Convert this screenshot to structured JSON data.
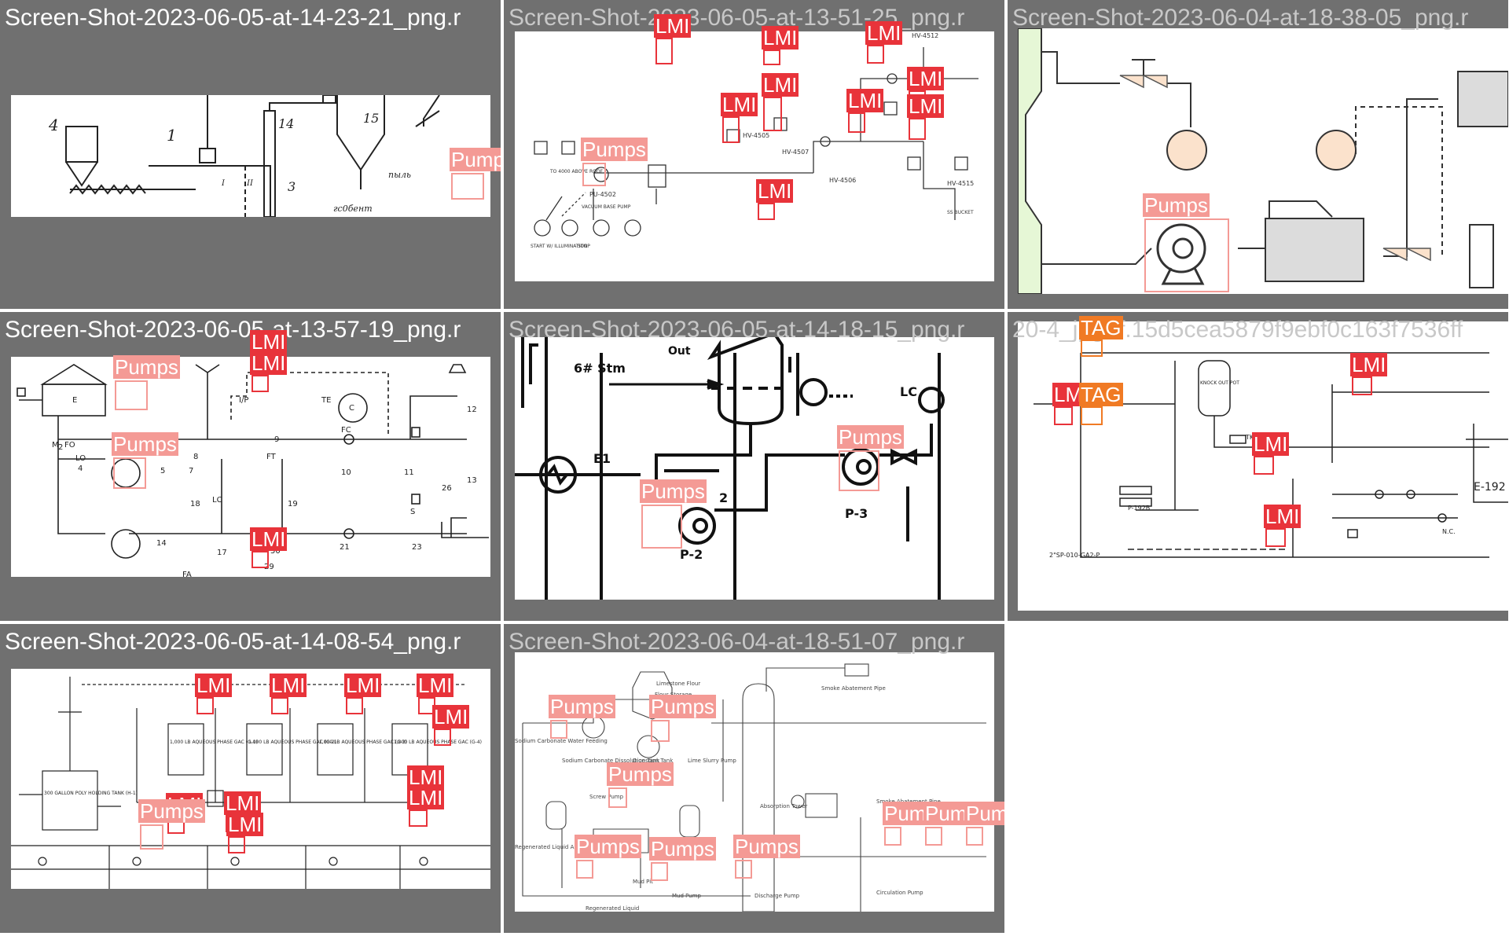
{
  "class_colors": {
    "LMI": "#e8333a",
    "Pumps": "#f49a95",
    "TAG": "#f07a24",
    "tile_background": "#707070"
  },
  "tiles": [
    {
      "title": "Screen-Shot-2023-06-05-at-14-23-21_png.r",
      "diagram_text": [
        "4",
        "1",
        "14",
        "15",
        "3",
        "I",
        "II",
        "пыль",
        "гс0бент"
      ],
      "detections": [
        {
          "label": "Pumps"
        }
      ]
    },
    {
      "title": "Screen-Shot-2023-06-05-at-13-51-25_png.r",
      "diagram_text": [
        "HV-4512",
        "HV-4505",
        "HV-4507",
        "HV-4506",
        "HV-4515",
        "PU-4502",
        "VACUUM BASE PUMP",
        "TO 4000 ABOVE ROOF",
        "START W/ ILLUMINATION",
        "STOP",
        "SS BUCKET"
      ],
      "detections": [
        {
          "label": "LMI"
        },
        {
          "label": "LMI"
        },
        {
          "label": "LMI"
        },
        {
          "label": "LMI"
        },
        {
          "label": "LMI"
        },
        {
          "label": "LMI"
        },
        {
          "label": "LMI"
        },
        {
          "label": "LMI"
        },
        {
          "label": "LMI"
        },
        {
          "label": "Pumps"
        }
      ]
    },
    {
      "title": "Screen-Shot-2023-06-04-at-18-38-05_png.r",
      "diagram_text": [],
      "detections": [
        {
          "label": "Pumps"
        }
      ]
    },
    {
      "title": "Screen-Shot-2023-06-05-at-13-57-19_png.r",
      "diagram_text": [
        "E",
        "I/P",
        "TE",
        "C",
        "LC",
        "FC",
        "FT",
        "M",
        "FO",
        "LO",
        "S",
        "FA",
        "2",
        "4",
        "5",
        "7",
        "8",
        "9",
        "10",
        "11",
        "12",
        "13",
        "14",
        "17",
        "18",
        "19",
        "21",
        "23",
        "26",
        "29",
        "50"
      ],
      "detections": [
        {
          "label": "LMI"
        },
        {
          "label": "LMI"
        },
        {
          "label": "Pumps"
        },
        {
          "label": "Pumps"
        },
        {
          "label": "LMI"
        }
      ]
    },
    {
      "title": "Screen-Shot-2023-06-05-at-14-18-15_png.r",
      "diagram_text": [
        "Out",
        "6# Stm",
        "E1",
        "LC",
        "P-2",
        "P-3",
        "2"
      ],
      "detections": [
        {
          "label": "Pumps"
        },
        {
          "label": "Pumps"
        }
      ]
    },
    {
      "title": "20-4_jpg.rf.15d5cea5879f9ebf0c163f7536ff",
      "diagram_text": [
        "KNOCK OUT POT",
        "E-192",
        "TK-192",
        "P-192B",
        "2\"SP-010-GA2-P",
        "N.C."
      ],
      "detections": [
        {
          "label": "TAG"
        },
        {
          "label": "LMI"
        },
        {
          "label": "TAG"
        },
        {
          "label": "LMI"
        },
        {
          "label": "LMI"
        },
        {
          "label": "LMI"
        }
      ]
    },
    {
      "title": "Screen-Shot-2023-06-05-at-14-08-54_png.r",
      "diagram_text": [
        "300 GALLON POLY HOLDING TANK (H-1)",
        "1,000 LB AQUEOUS PHASE GAC (G-1)",
        "1,000 LB AQUEOUS PHASE GAC (G-2)",
        "1,000 LB AQUEOUS PHASE GAC (G-3)",
        "1,000 LB AQUEOUS PHASE GAC (G-4)"
      ],
      "detections": [
        {
          "label": "LMI"
        },
        {
          "label": "LMI"
        },
        {
          "label": "LMI"
        },
        {
          "label": "LMI"
        },
        {
          "label": "LMI"
        },
        {
          "label": "LMI"
        },
        {
          "label": "LMI"
        },
        {
          "label": "LMI"
        },
        {
          "label": "LMI"
        },
        {
          "label": "LMI"
        },
        {
          "label": "Pumps"
        }
      ]
    },
    {
      "title": "Screen-Shot-2023-06-04-at-18-51-07_png.r",
      "diagram_text": [
        "Smoke Abatement Pipe",
        "Limestone Flour",
        "Flour Storage",
        "Sodium Carbonate Water Feeding",
        "Sodium Carbonate Dissolution Tank",
        "Digestion Tank",
        "Lime Slurry Pump",
        "Screw Pump",
        "Absorption Tower",
        "Smoke Abatement Pipe",
        "Regenerated Liquid Absorption Tank",
        "Mud Pit",
        "Mud Pump",
        "Discharge Pump",
        "Circulation Pump",
        "Regenerated Liquid"
      ],
      "detections": [
        {
          "label": "Pumps"
        },
        {
          "label": "Pumps"
        },
        {
          "label": "Pumps"
        },
        {
          "label": "Pumps"
        },
        {
          "label": "Pumps"
        },
        {
          "label": "Pumps"
        },
        {
          "label": "Pumps"
        },
        {
          "label": "Pumps"
        },
        {
          "label": "Pumps"
        }
      ]
    }
  ]
}
